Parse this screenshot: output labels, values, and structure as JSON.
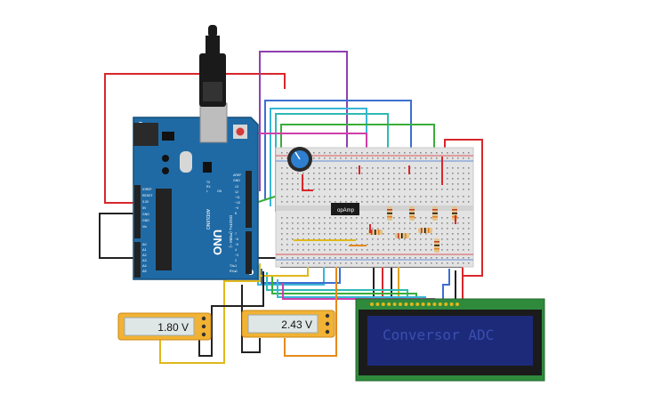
{
  "circuit": {
    "arduino": {
      "brand": "ARDUINO",
      "model": "UNO",
      "digital_label": "DIGITAL (PWM ~)",
      "aref": "AREF",
      "gnd": "GND",
      "power_pins": [
        "IOREF",
        "RESET",
        "3.3V",
        "5V",
        "GND",
        "GND",
        "Vin"
      ],
      "analog_pins": [
        "A0",
        "A1",
        "A2",
        "A3",
        "A4",
        "A5"
      ],
      "digital_pins": [
        "13",
        "12",
        "~11",
        "~10",
        "~9",
        "8",
        "7",
        "~6",
        "~5",
        "4",
        "~3",
        "2",
        "TX▸1",
        "RX◂0"
      ],
      "led_labels": [
        "TX",
        "RX",
        "L",
        "ON"
      ]
    },
    "opamp_label": "opAmp",
    "multimeters": [
      {
        "value": "1.80 V"
      },
      {
        "value": "2.43 V"
      }
    ],
    "lcd": {
      "text": "Conversor ADC"
    }
  },
  "colors": {
    "board": "#1f6aa5",
    "breadboard": "#e3e3e3",
    "lcd_pcb": "#2f8a3c",
    "lcd_screen": "#1d2a7a",
    "lcd_text": "#3a4fb0",
    "meter_body": "#f2b233"
  },
  "icons": {
    "usb_cable": "usb-cable-icon",
    "potentiometer": "potentiometer-icon",
    "reset_button": "reset-button-icon"
  }
}
